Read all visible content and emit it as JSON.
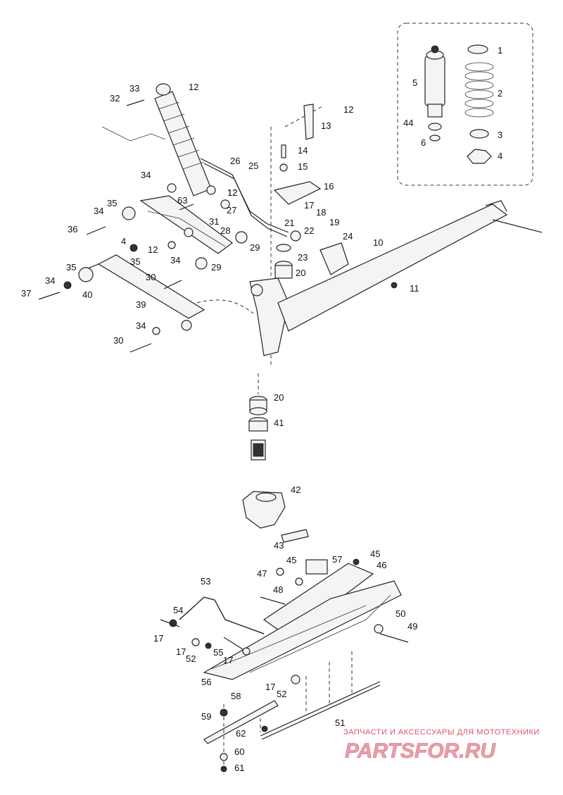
{
  "callouts": [
    "1",
    "2",
    "3",
    "4",
    "5",
    "44",
    "6",
    "12",
    "32",
    "33",
    "12",
    "13",
    "14",
    "15",
    "26",
    "25",
    "34",
    "12",
    "16",
    "17",
    "18",
    "35",
    "63",
    "12",
    "27",
    "34",
    "28",
    "21",
    "19",
    "36",
    "31",
    "22",
    "24",
    "10",
    "29",
    "23",
    "20",
    "4",
    "12",
    "35",
    "34",
    "29",
    "35",
    "30",
    "11",
    "37",
    "34",
    "40",
    "39",
    "34",
    "30",
    "20",
    "41",
    "42",
    "43",
    "45",
    "57",
    "47",
    "45",
    "46",
    "48",
    "53",
    "54",
    "50",
    "49",
    "17",
    "17",
    "55",
    "52",
    "17",
    "56",
    "17",
    "52",
    "58",
    "59",
    "62",
    "51",
    "60",
    "61"
  ],
  "watermark": {
    "tagline": "ЗАПЧАСТИ И АКСЕССУАРЫ ДЛЯ МОТОТЕХНИКИ",
    "logo": "PARTSFOR.RU"
  }
}
